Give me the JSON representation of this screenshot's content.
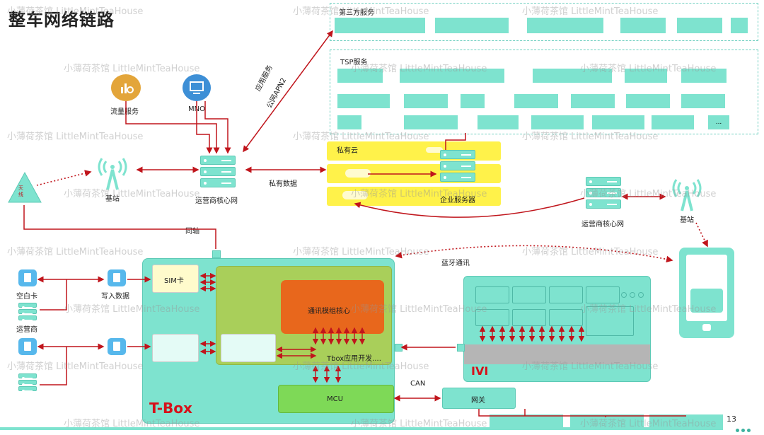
{
  "title": "整车网络链路",
  "watermark": "小薄荷茶馆 LittleMintTeaHouse",
  "page_number": "13",
  "labels": {
    "third_party": "第三方服务",
    "tsp": "TSP服务",
    "tsp_more": "...",
    "private_cloud": "私有云",
    "enterprise_server": "企业服务器",
    "traffic_service": "流量服务",
    "mno": "MNO",
    "app_service": "应用服务",
    "public_apn2": "公网APN2",
    "private_data": "私有数据",
    "core_net_left": "运营商核心网",
    "core_net_right": "运营商核心网",
    "base_station_left": "基站",
    "base_station_right": "基站",
    "antenna": "天线",
    "coax": "同轴",
    "bluetooth": "蓝牙通讯",
    "blank_card": "空白卡",
    "write_data": "写入数据",
    "operator": "运营商",
    "sim_card": "SIM卡",
    "comm_module": "通讯模组核心",
    "tbox_dev": "Tbox应用开发....",
    "mcu": "MCU",
    "tbox": "T-Box",
    "ivi": "IVI",
    "can": "CAN",
    "gateway": "网关"
  },
  "colors": {
    "teal": "#7ee3cf",
    "red_line": "#c0151c",
    "orange": "#e8671c",
    "green": "#7ed957",
    "yellow": "#fff24a",
    "blue_icon": "#3d8fd6",
    "gold_icon": "#e3a53a"
  },
  "icons": [
    "chart-icon",
    "monitor-icon",
    "antenna-icon",
    "tower-icon",
    "server-icon",
    "phone-icon",
    "doc-icon"
  ]
}
